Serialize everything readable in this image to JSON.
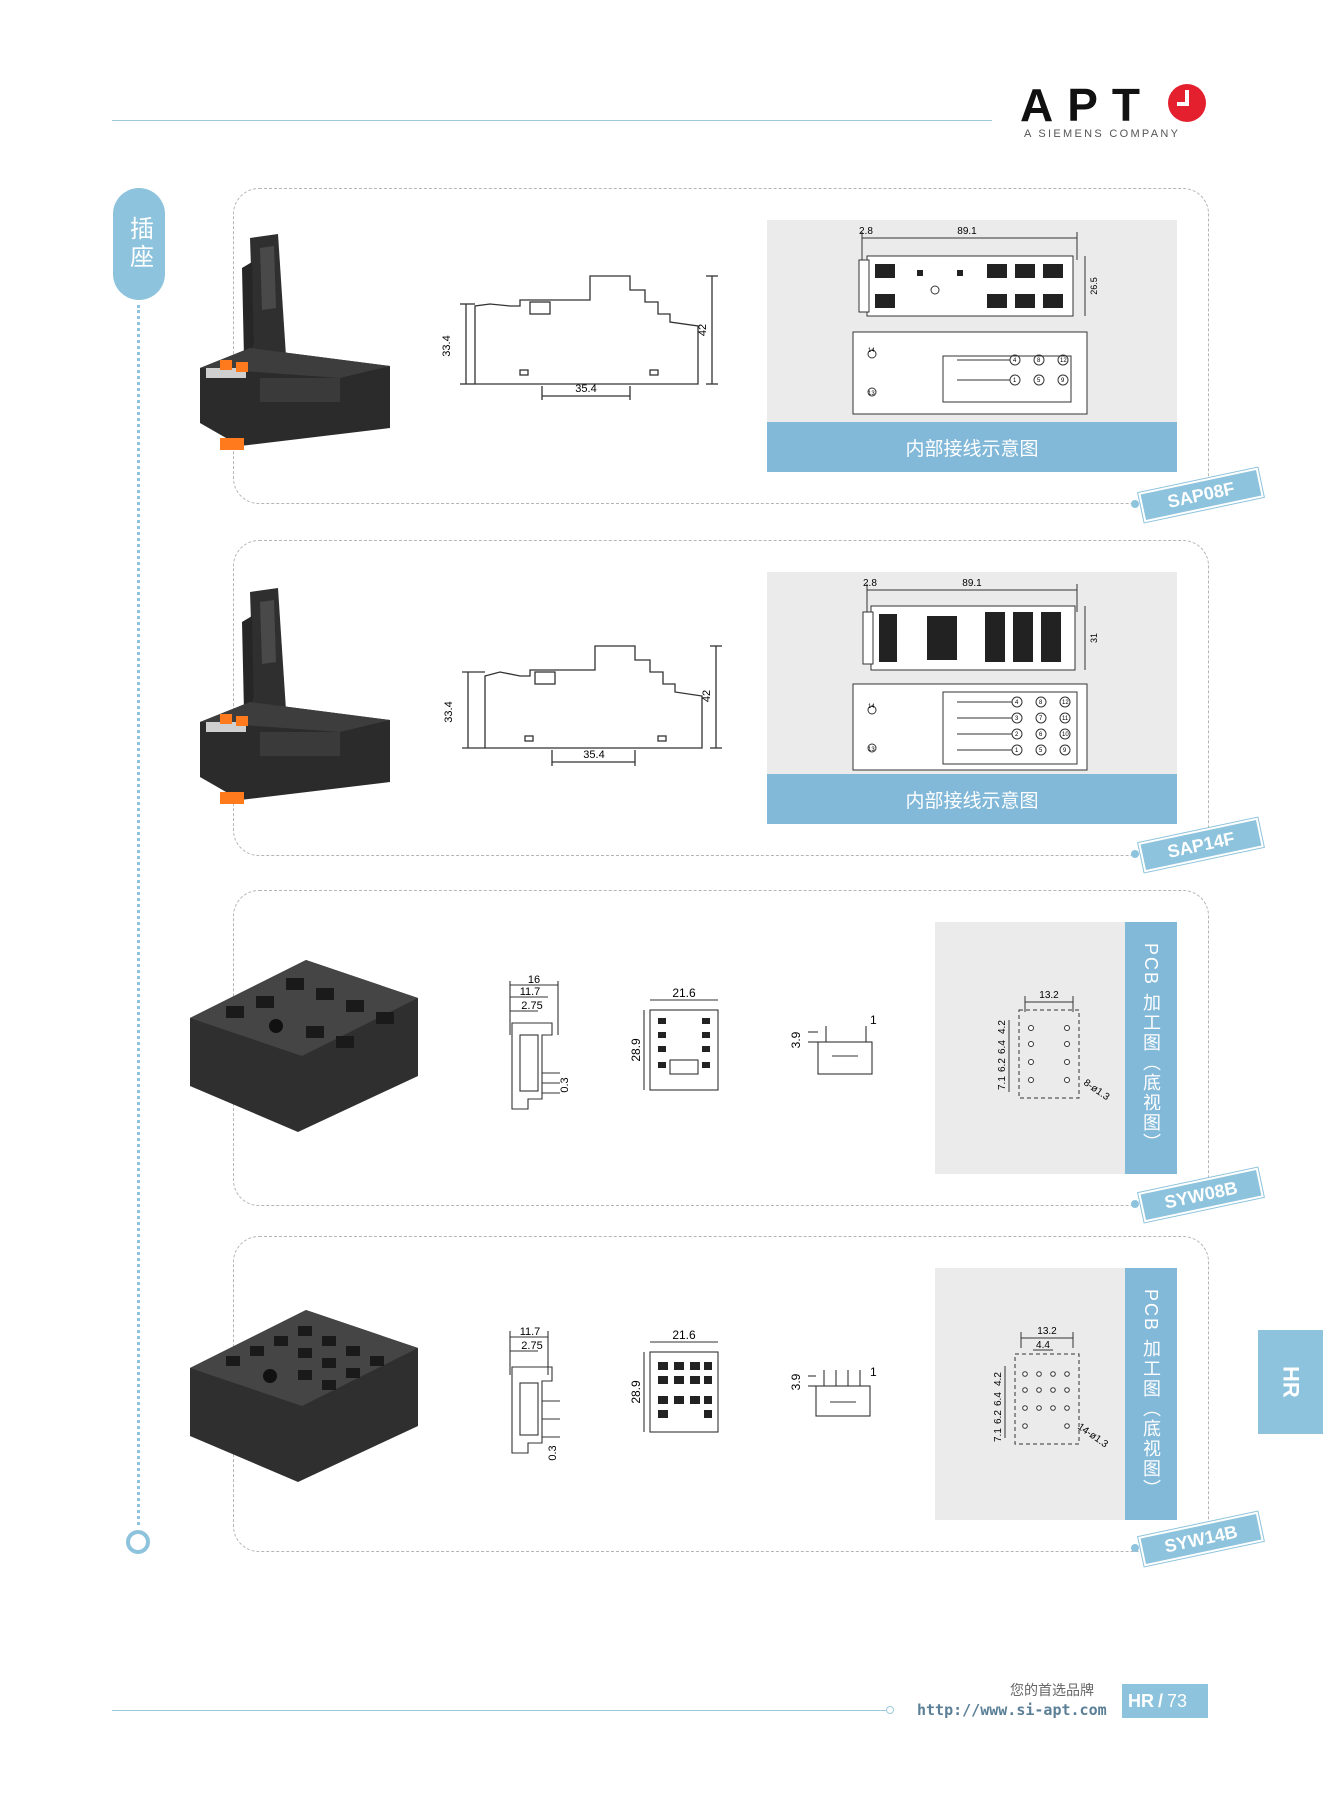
{
  "header": {
    "logo": "APT",
    "tagline": "A SIEMENS COMPANY"
  },
  "sidebar": {
    "category": "插座"
  },
  "products": [
    {
      "model": "SAP08F",
      "side_dims": {
        "height_left": "33.4",
        "height_right": "42",
        "base": "35.4"
      },
      "top_dims": {
        "offset": "2.8",
        "width": "89.1",
        "depth": "26.5"
      },
      "caption": "内部接线示意图",
      "terminals": [
        "14",
        "13",
        "4",
        "8",
        "12",
        "1",
        "5",
        "9"
      ]
    },
    {
      "model": "SAP14F",
      "side_dims": {
        "height_left": "33.4",
        "height_right": "42",
        "base": "35.4"
      },
      "top_dims": {
        "offset": "2.8",
        "width": "89.1",
        "depth": "31"
      },
      "caption": "内部接线示意图",
      "terminals": [
        "14",
        "13",
        "4",
        "8",
        "12",
        "3",
        "7",
        "11",
        "2",
        "6",
        "10",
        "1",
        "5",
        "9"
      ]
    },
    {
      "model": "SYW08B",
      "dims": {
        "d16": "16",
        "d11_7": "11.7",
        "d2_75": "2.75",
        "d0_3": "0.3",
        "d21_6": "21.6",
        "d28_9": "28.9",
        "d3_9": "3.9",
        "d1": "1"
      },
      "pcb": {
        "w": "13.2",
        "rows": [
          "7.1",
          "6.2",
          "6.4",
          "4.2"
        ],
        "hole": "8-ø1.3"
      },
      "caption": "PCB 加工图（底视图）"
    },
    {
      "model": "SYW14B",
      "dims": {
        "d11_7": "11.7",
        "d2_75": "2.75",
        "d0_3": "0.3",
        "d21_6": "21.6",
        "d28_9": "28.9",
        "d3_9": "3.9",
        "d1": "1"
      },
      "pcb": {
        "w": "13.2",
        "w2": "4.4",
        "rows": [
          "7.1",
          "6.2",
          "6.4",
          "4.2"
        ],
        "hole": "14-ø1.3"
      },
      "caption": "PCB 加工图（底视图）"
    }
  ],
  "right_tab": "HR",
  "footer": {
    "slogan": "您的首选品牌",
    "url": "http://www.si-apt.com",
    "section": "HR",
    "page": "73"
  }
}
